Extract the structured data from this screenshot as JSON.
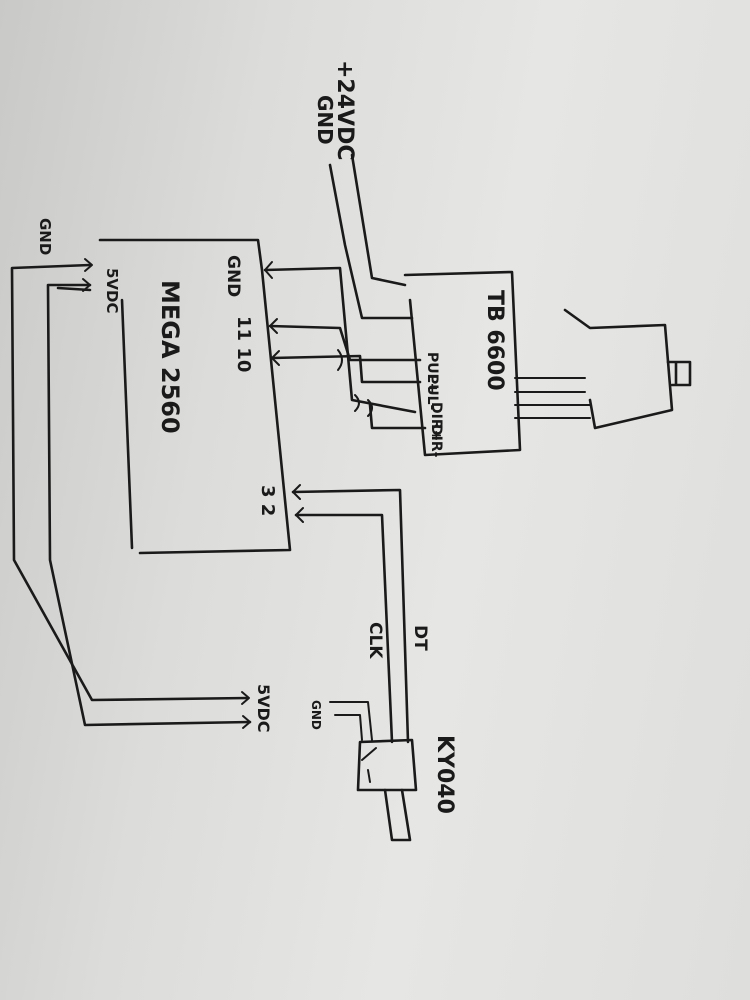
{
  "power": {
    "v24": "+24VDC",
    "gnd": "GND"
  },
  "mega": {
    "title": "MEGA 2560",
    "gnd_left": "GND",
    "v5_left": "5VDC",
    "gnd_pin": "GND",
    "pins_11_10": "11 10",
    "pins_3_2": "3 2"
  },
  "driver": {
    "title": "TB 6600",
    "pul_plus": "PUL+",
    "pul_minus": "PUL-",
    "dir_plus": "DIR+",
    "dir_minus": "DIR-"
  },
  "encoder": {
    "title": "KY040",
    "dt": "DT",
    "clk": "CLK",
    "v5": "5VDC",
    "gnd": "GND"
  }
}
